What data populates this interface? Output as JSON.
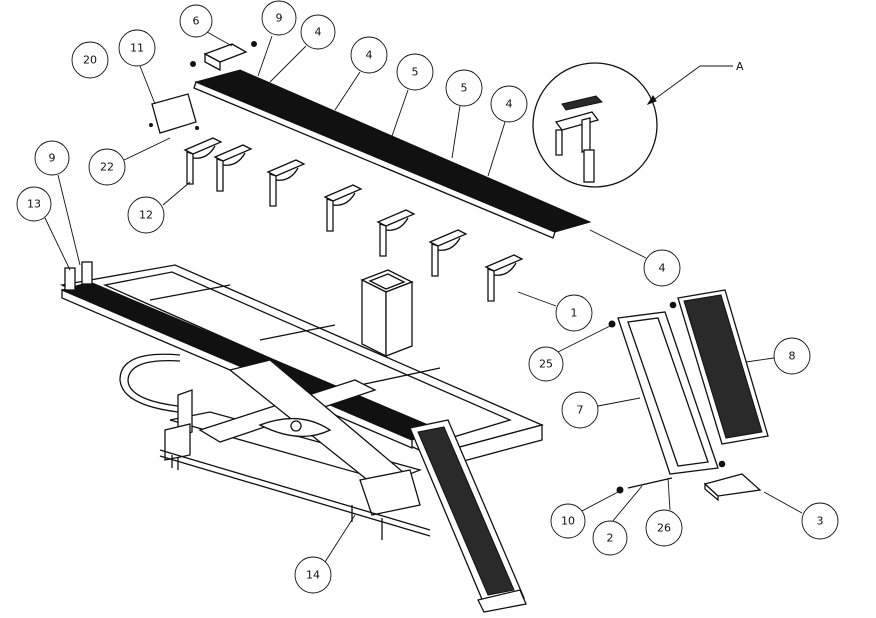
{
  "callouts": [
    {
      "label": "6"
    },
    {
      "label": "9"
    },
    {
      "label": "4"
    },
    {
      "label": "4"
    },
    {
      "label": "5"
    },
    {
      "label": "5"
    },
    {
      "label": "4"
    },
    {
      "label": "20"
    },
    {
      "label": "11"
    },
    {
      "label": "22"
    },
    {
      "label": "9"
    },
    {
      "label": "13"
    },
    {
      "label": "12"
    },
    {
      "label": "4"
    },
    {
      "label": "1"
    },
    {
      "label": "25"
    },
    {
      "label": "8"
    },
    {
      "label": "7"
    },
    {
      "label": "10"
    },
    {
      "label": "2"
    },
    {
      "label": "26"
    },
    {
      "label": "3"
    },
    {
      "label": "14"
    }
  ],
  "detail": {
    "label": "A"
  }
}
